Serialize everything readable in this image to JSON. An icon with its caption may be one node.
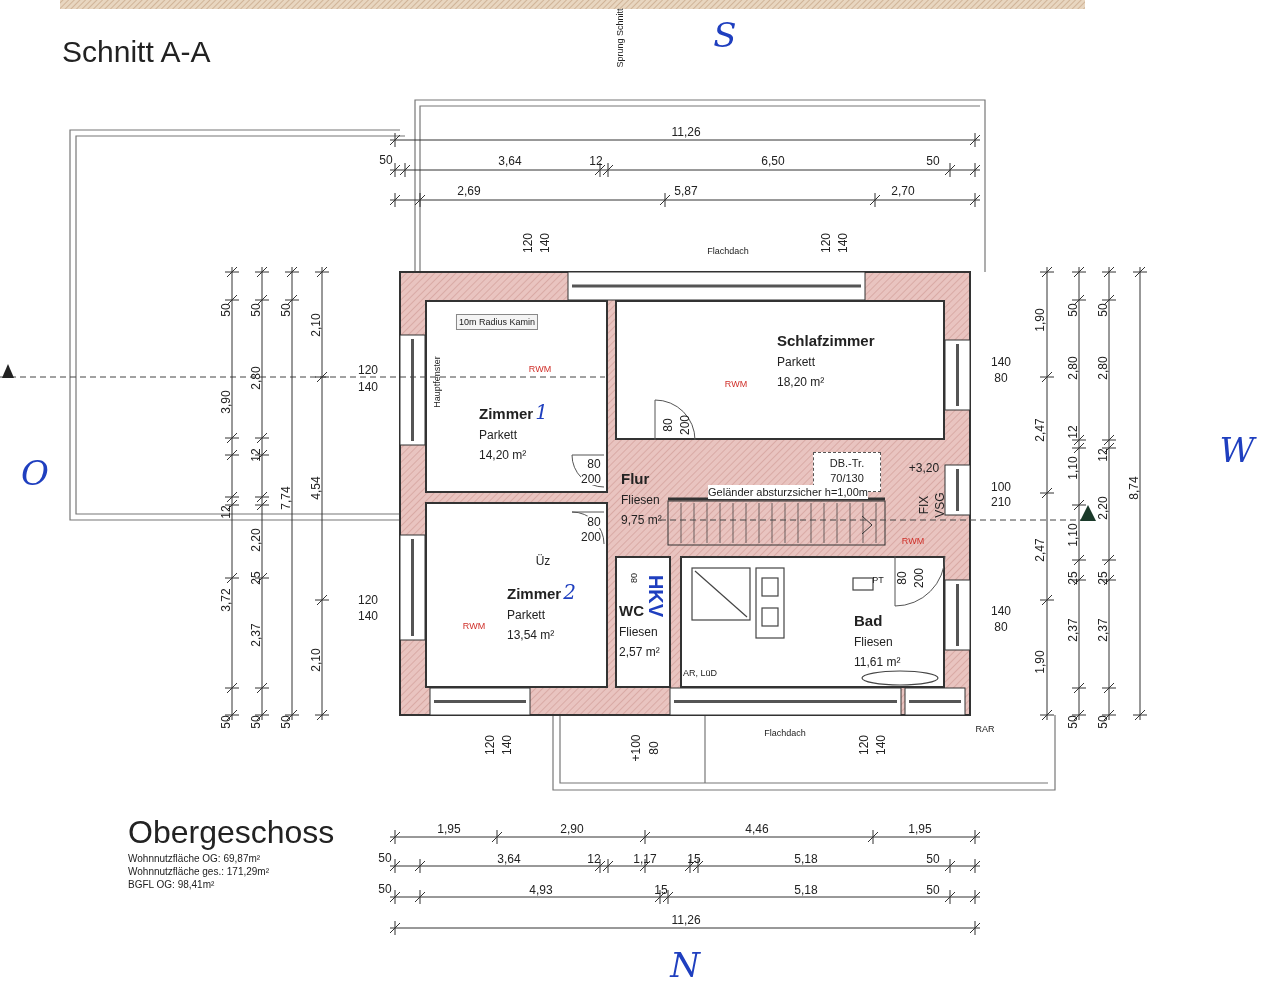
{
  "diagram": {
    "nodes": [
      {
        "text": [
          "Zimmer",
          "1",
          "Parkett",
          "14,20 m²"
        ]
      },
      {
        "text": [
          "Schlafzimmer",
          "Parkett",
          "18,20 m²"
        ]
      },
      {
        "text": [
          "Flur",
          "Fliesen",
          "9,75 m²"
        ]
      },
      {
        "text": [
          "Zimmer",
          "2",
          "Parkett",
          "13,54 m²"
        ]
      },
      {
        "text": [
          "WC",
          "Fliesen",
          "2,57 m²"
        ]
      },
      {
        "text": [
          "Bad",
          "Fliesen",
          "11,61 m²"
        ]
      },
      {
        "text": [
          "DB.-Tr. 70/130"
        ],
        "in": 2
      }
    ],
    "edges": [],
    "labels": [
      "Sprung Schnitt",
      "S",
      "Schnitt A-A",
      "11,26",
      "50",
      "3,64",
      "12",
      "6,50",
      "50",
      "2,69",
      "5,87",
      "2,70",
      "120",
      "140",
      "Flachdach",
      "120",
      "140",
      "50",
      "50",
      "50",
      "2,10",
      "10m Radius Kamin",
      "Hauptfenster",
      "RWM",
      "120",
      "140",
      "2,80",
      "3,90",
      "12",
      "12",
      "2,20",
      "7,74",
      "4,54",
      "Üz",
      "25",
      "3,72",
      "2,37",
      "120",
      "140",
      "RWM",
      "2,10",
      "50",
      "50",
      "50",
      "RWM",
      "80",
      "200",
      "80",
      "200",
      "80",
      "200",
      "Geländer absturzsicher h=1,00m",
      "+3,20",
      "FIX",
      "VSG",
      "RWM",
      "80",
      "HKV",
      "PT",
      "80",
      "200",
      "AR, LüD",
      "140",
      "80",
      "1,90",
      "50",
      "50",
      "2,80",
      "2,80",
      "2,47",
      "12",
      "12",
      "1,10",
      "100",
      "210",
      "2,20",
      "8,74",
      "1,10",
      "2,47",
      "25",
      "25",
      "140",
      "80",
      "2,37",
      "2,37",
      "1,90",
      "50",
      "50",
      "O",
      "W",
      "RAR",
      "120",
      "140",
      "+100",
      "80",
      "Flachdach",
      "120",
      "140",
      "Obergeschoss",
      "Wohnnutzfläche OG: 69,87m²",
      "Wohnnutzfläche ges.: 171,29m²",
      "BGFL OG: 98,41m²",
      "1,95",
      "2,90",
      "4,46",
      "1,95",
      "50",
      "3,64",
      "12",
      "1,17",
      "15",
      "5,18",
      "50",
      "50",
      "4,93",
      "15",
      "5,18",
      "50",
      "11,26",
      "N"
    ]
  }
}
